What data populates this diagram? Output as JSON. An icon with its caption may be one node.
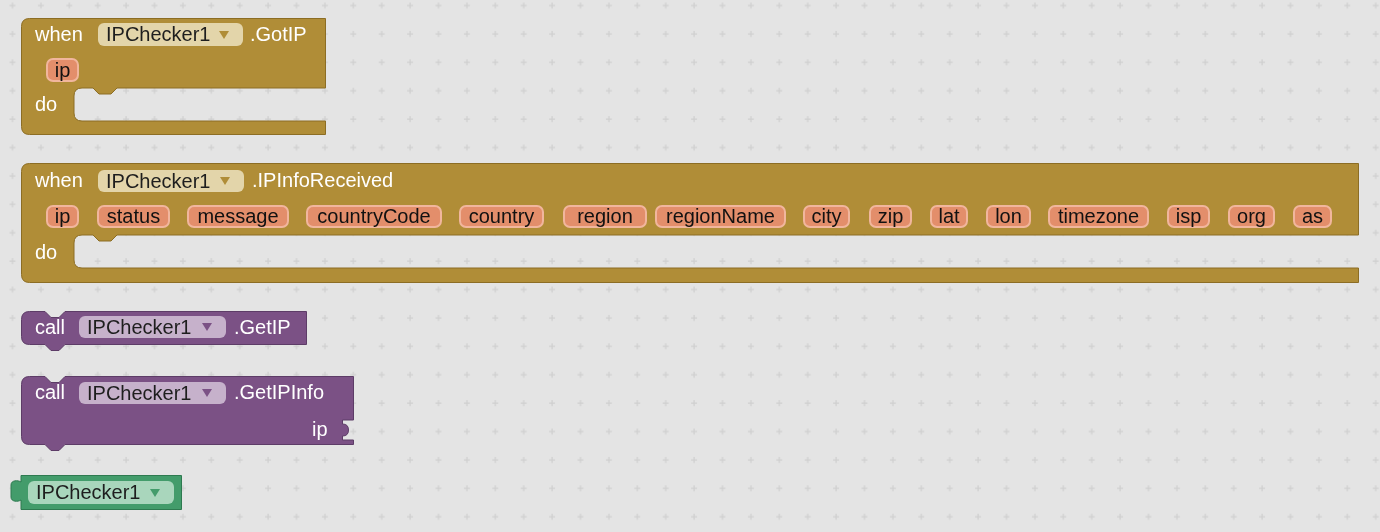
{
  "diagram": {
    "nodes": [
      {
        "text": [
          "when",
          ".GotIP",
          "do"
        ]
      },
      {
        "text": [
          "IPChecker1"
        ],
        "in": 0
      },
      {
        "text": [
          "ip"
        ],
        "in": 0
      },
      {
        "text": [
          "when",
          ".IPInfoReceived",
          "do"
        ]
      },
      {
        "text": [
          "IPChecker1"
        ],
        "in": 3
      },
      {
        "text": [
          "ip"
        ],
        "in": 3
      },
      {
        "text": [
          "status"
        ],
        "in": 3
      },
      {
        "text": [
          "message"
        ],
        "in": 3
      },
      {
        "text": [
          "countryCode"
        ],
        "in": 3
      },
      {
        "text": [
          "country"
        ],
        "in": 3
      },
      {
        "text": [
          "region"
        ],
        "in": 3
      },
      {
        "text": [
          "regionName"
        ],
        "in": 3
      },
      {
        "text": [
          "city"
        ],
        "in": 3
      },
      {
        "text": [
          "zip"
        ],
        "in": 3
      },
      {
        "text": [
          "lat"
        ],
        "in": 3
      },
      {
        "text": [
          "lon"
        ],
        "in": 3
      },
      {
        "text": [
          "timezone"
        ],
        "in": 3
      },
      {
        "text": [
          "isp"
        ],
        "in": 3
      },
      {
        "text": [
          "org"
        ],
        "in": 3
      },
      {
        "text": [
          "as"
        ],
        "in": 3
      },
      {
        "text": [
          "call",
          ".GetIP"
        ]
      },
      {
        "text": [
          "IPChecker1"
        ],
        "in": 20
      },
      {
        "text": [
          "call",
          ".GetIPInfo",
          "ip"
        ]
      },
      {
        "text": [
          "IPChecker1"
        ],
        "in": 22
      },
      {
        "text": [],
        "shape": "box"
      },
      {
        "text": [
          "IPChecker1"
        ],
        "in": 24
      }
    ]
  }
}
